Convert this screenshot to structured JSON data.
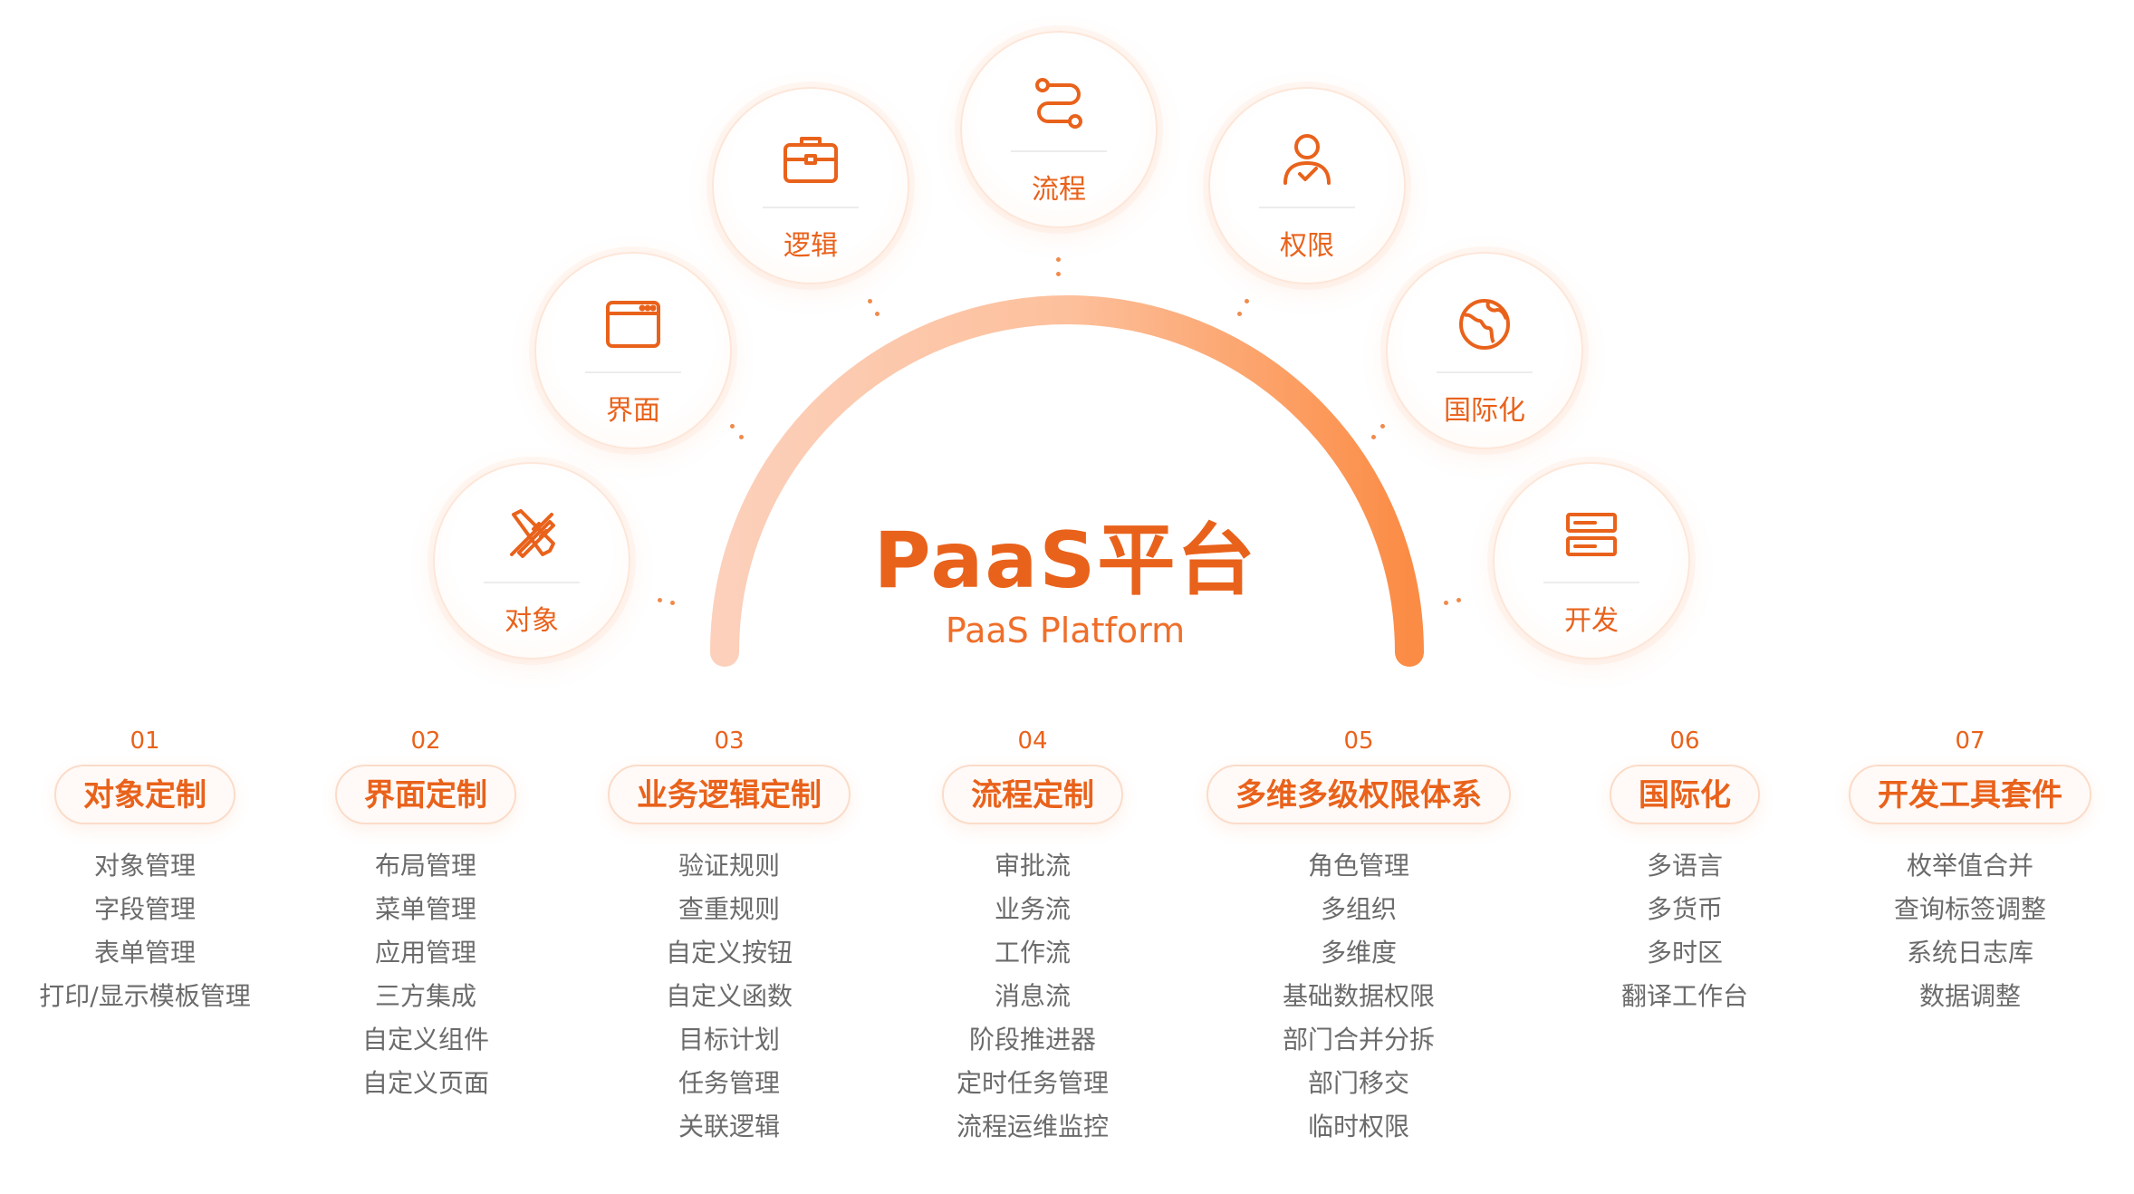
{
  "center": {
    "title": "PaaS平台",
    "subtitle": "PaaS Platform"
  },
  "colors": {
    "accent": "#e9621b",
    "arc_start": "#fcd0bb",
    "arc_end": "#fb8c45",
    "bubble_border": "#fde6d8",
    "item_text": "#6b6b6b"
  },
  "modules": [
    {
      "label": "对象",
      "icon": "ruler-pencil-icon"
    },
    {
      "label": "界面",
      "icon": "browser-window-icon"
    },
    {
      "label": "逻辑",
      "icon": "briefcase-icon"
    },
    {
      "label": "流程",
      "icon": "flow-route-icon"
    },
    {
      "label": "权限",
      "icon": "user-check-icon"
    },
    {
      "label": "国际化",
      "icon": "globe-icon"
    },
    {
      "label": "开发",
      "icon": "server-stack-icon"
    }
  ],
  "columns": [
    {
      "num": "01",
      "title": "对象定制",
      "items": [
        "对象管理",
        "字段管理",
        "表单管理",
        "打印/显示模板管理"
      ]
    },
    {
      "num": "02",
      "title": "界面定制",
      "items": [
        "布局管理",
        "菜单管理",
        "应用管理",
        "三方集成",
        "自定义组件",
        "自定义页面"
      ]
    },
    {
      "num": "03",
      "title": "业务逻辑定制",
      "items": [
        "验证规则",
        "查重规则",
        "自定义按钮",
        "自定义函数",
        "目标计划",
        "任务管理",
        "关联逻辑"
      ]
    },
    {
      "num": "04",
      "title": "流程定制",
      "items": [
        "审批流",
        "业务流",
        "工作流",
        "消息流",
        "阶段推进器",
        "定时任务管理",
        "流程运维监控"
      ]
    },
    {
      "num": "05",
      "title": "多维多级权限体系",
      "items": [
        "角色管理",
        "多组织",
        "多维度",
        "基础数据权限",
        "部门合并分拆",
        "部门移交",
        "临时权限"
      ]
    },
    {
      "num": "06",
      "title": "国际化",
      "items": [
        "多语言",
        "多货币",
        "多时区",
        "翻译工作台"
      ]
    },
    {
      "num": "07",
      "title": "开发工具套件",
      "items": [
        "枚举值合并",
        "查询标签调整",
        "系统日志库",
        "数据调整"
      ]
    }
  ]
}
